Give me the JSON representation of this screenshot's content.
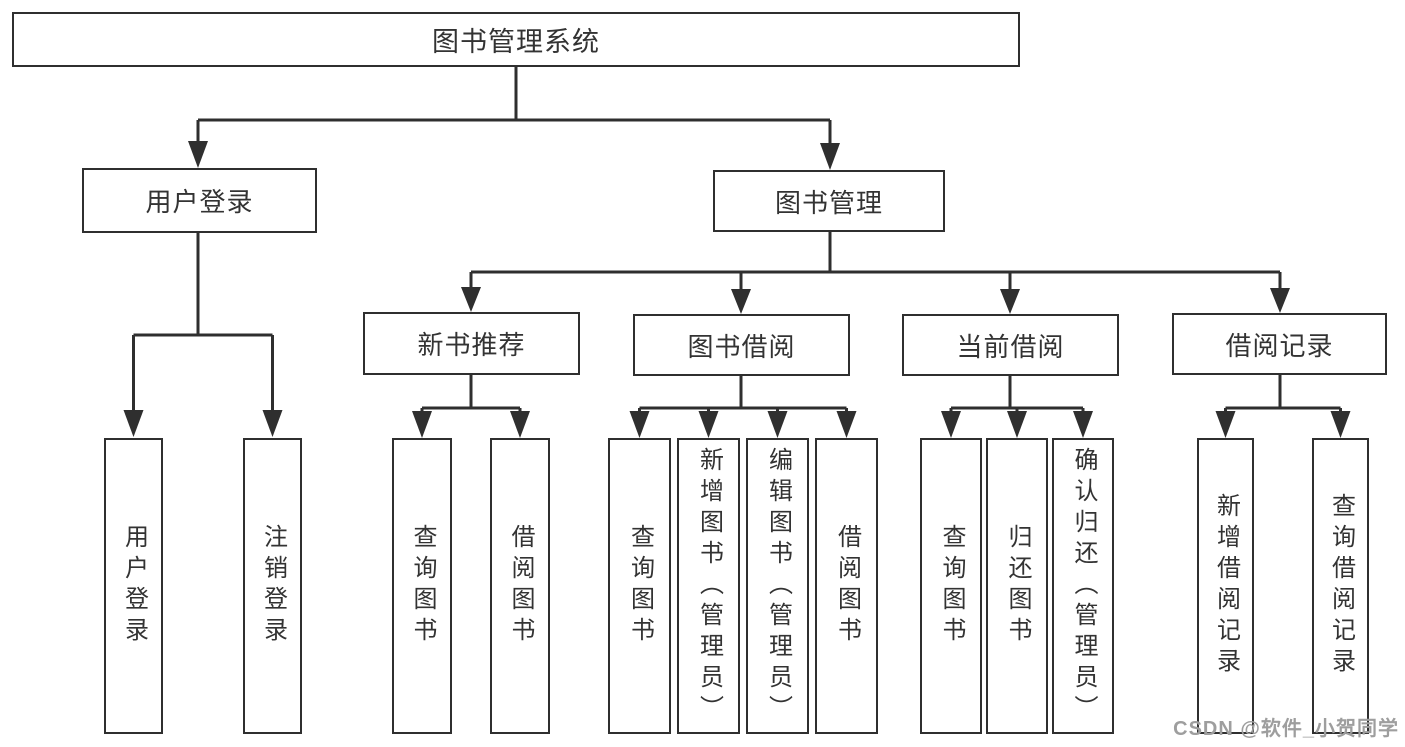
{
  "diagram_title": "图书管理系统",
  "tree": {
    "label": "图书管理系统",
    "children": [
      {
        "label": "用户登录",
        "children": [
          {
            "label": "用户登录"
          },
          {
            "label": "注销登录"
          }
        ]
      },
      {
        "label": "图书管理",
        "children": [
          {
            "label": "新书推荐",
            "children": [
              {
                "label": "查询图书"
              },
              {
                "label": "借阅图书"
              }
            ]
          },
          {
            "label": "图书借阅",
            "children": [
              {
                "label": "查询图书"
              },
              {
                "label": "新增图书（管理员）"
              },
              {
                "label": "编辑图书（管理员）"
              },
              {
                "label": "借阅图书"
              }
            ]
          },
          {
            "label": "当前借阅",
            "children": [
              {
                "label": "查询图书"
              },
              {
                "label": "归还图书"
              },
              {
                "label": "确认归还（管理员）"
              }
            ]
          },
          {
            "label": "借阅记录",
            "children": [
              {
                "label": "新增借阅记录"
              },
              {
                "label": "查询借阅记录"
              }
            ]
          }
        ]
      }
    ]
  },
  "watermark": "CSDN @软件_小贺同学",
  "colors": {
    "line": "#2f2f2f",
    "text": "#333333",
    "wm": "#9e9e9e",
    "bg": "#ffffff"
  }
}
